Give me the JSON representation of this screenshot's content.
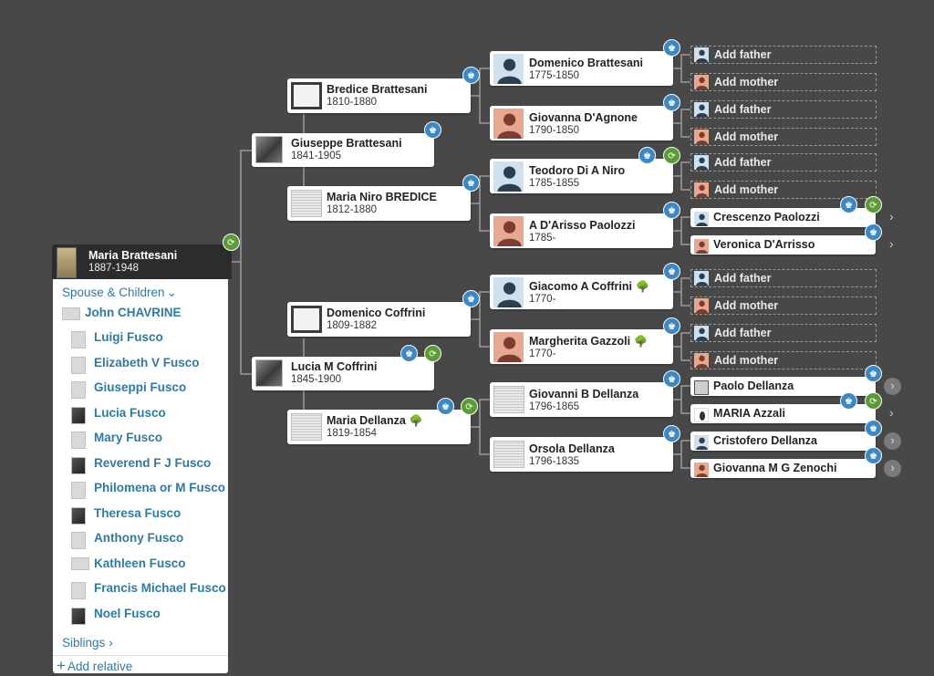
{
  "focus": {
    "name": "Maria Brattesani",
    "dates": "1887-1948"
  },
  "panel": {
    "spouse_header": "Spouse & Children",
    "spouse": "John CHAVRINE",
    "children": [
      "Luigi Fusco",
      "Elizabeth V Fusco",
      "Giuseppi Fusco",
      "Lucia Fusco",
      "Mary Fusco",
      "Reverend F J Fusco",
      "Philomena or M Fusco",
      "Theresa Fusco",
      "Anthony Fusco",
      "Kathleen Fusco",
      "Francis Michael Fusco",
      "Noel Fusco"
    ],
    "siblings": "Siblings",
    "add_relative": "Add relative"
  },
  "gen1": {
    "father": {
      "name": "Giuseppe Brattesani",
      "dates": "1841-1905"
    },
    "mother": {
      "name": "Lucia M Coffrini",
      "dates": "1845-1900"
    }
  },
  "gen2": [
    {
      "name": "Bredice Brattesani",
      "dates": "1810-1880"
    },
    {
      "name": "Maria Niro BREDICE",
      "dates": "1812-1880"
    },
    {
      "name": "Domenico Coffrini",
      "dates": "1809-1882"
    },
    {
      "name": "Maria Dellanza",
      "dates": "1819-1854"
    }
  ],
  "gen3": [
    {
      "name": "Domenico Brattesani",
      "dates": "1775-1850"
    },
    {
      "name": "Giovanna D'Agnone",
      "dates": "1790-1850"
    },
    {
      "name": "Teodoro Di A Niro",
      "dates": "1785-1855"
    },
    {
      "name": "A D'Arisso Paolozzi",
      "dates": "1785-"
    },
    {
      "name": "Giacomo A Coffrini",
      "dates": "1770-"
    },
    {
      "name": "Margherita Gazzoli",
      "dates": "1770-"
    },
    {
      "name": "Giovanni B Dellanza",
      "dates": "1796-1865"
    },
    {
      "name": "Orsola Dellanza",
      "dates": "1796-1835"
    }
  ],
  "gen4": {
    "add_father": "Add father",
    "add_mother": "Add mother",
    "people": [
      "Crescenzo Paolozzi",
      "Veronica D'Arrisso",
      "Paolo Dellanza",
      "MARIA Azzali",
      "Cristofero Dellanza",
      "Giovanna M G Zenochi"
    ]
  },
  "icons": {
    "tree_badge": "family-tree-icon",
    "hint_badge": "record-hint-icon",
    "tree_emoji": "🌳",
    "chevron": "›",
    "plus": "+",
    "caret": "⌄"
  },
  "colors": {
    "background": "#484848",
    "link": "#2e7aa6",
    "badge_blue": "#3b88c3",
    "badge_green": "#5c9c37"
  }
}
